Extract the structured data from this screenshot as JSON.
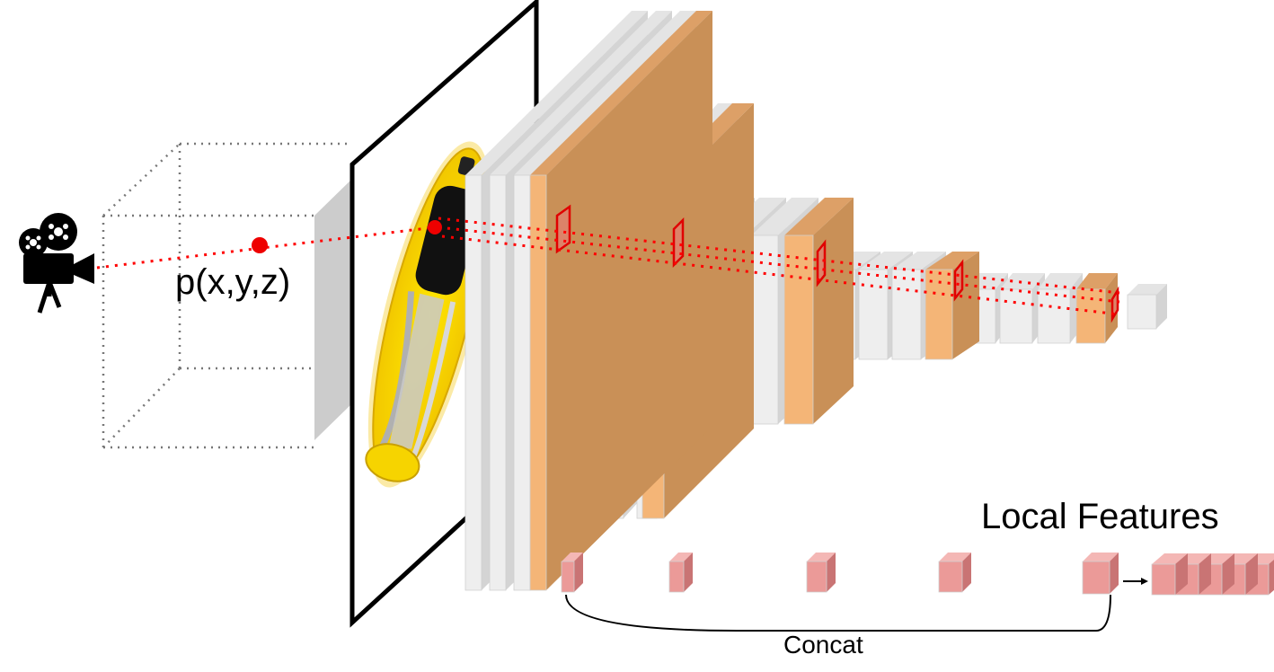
{
  "labels": {
    "point": "p(x,y,z)",
    "local_features": "Local Features",
    "concat": "Concat"
  },
  "colors": {
    "layer_face": "#eeeeee",
    "layer_side": "#d4d4d4",
    "layer_top": "#e4e4e4",
    "conv_face": "#f4b577",
    "conv_side": "#c99057",
    "conv_top": "#dda067",
    "feature_face": "#eb9a98",
    "feature_side": "#c97474",
    "feature_top": "#f4b7b5",
    "ray": "#ff0000",
    "point": "#ee0000",
    "plane_gray": "#cccccc"
  },
  "icons": [
    "movie-camera-icon",
    "yellow-car-image"
  ],
  "network": {
    "stages": 5,
    "layers_per_stage": 4,
    "local_feature_samples": 5,
    "concatenated_blocks": 5
  }
}
